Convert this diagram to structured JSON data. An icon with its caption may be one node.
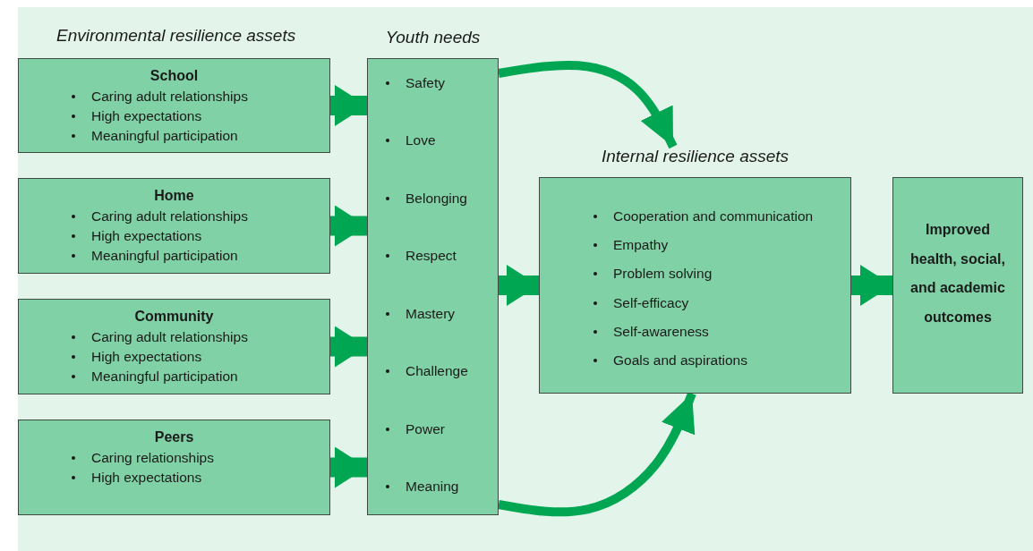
{
  "diagram": {
    "nodes": [
      {
        "text": [
          "School",
          "Caring adult relationships",
          "High expectations",
          "Meaningful participation"
        ]
      },
      {
        "text": [
          "Home",
          "Caring adult relationships",
          "High expectations",
          "Meaningful participation"
        ]
      },
      {
        "text": [
          "Community",
          "Caring adult relationships",
          "High expectations",
          "Meaningful participation"
        ]
      },
      {
        "text": [
          "Peers",
          "Caring relationships",
          "High expectations"
        ]
      },
      {
        "text": [
          "Youth needs",
          "Safety",
          "Love",
          "Belonging",
          "Respect",
          "Mastery",
          "Challenge",
          "Power",
          "Meaning"
        ]
      },
      {
        "text": [
          "Internal resilience assets",
          "Cooperation and communication",
          "Empathy",
          "Problem solving",
          "Self-efficacy",
          "Self-awareness",
          "Goals and aspirations"
        ]
      },
      {
        "text": [
          "Improved health, social, and academic outcomes"
        ]
      }
    ],
    "edges": [
      {
        "from": 0,
        "to": 4,
        "arrow": "to"
      },
      {
        "from": 1,
        "to": 4,
        "arrow": "to"
      },
      {
        "from": 2,
        "to": 4,
        "arrow": "to"
      },
      {
        "from": 3,
        "to": 4,
        "arrow": "to"
      },
      {
        "from": 4,
        "to": 5,
        "arrow": "to"
      },
      {
        "from": 4,
        "to": 5,
        "arrow": "to"
      },
      {
        "from": 4,
        "to": 5,
        "arrow": "to"
      },
      {
        "from": 5,
        "to": 6,
        "arrow": "to"
      }
    ],
    "labels": [
      "Environmental resilience assets"
    ]
  }
}
